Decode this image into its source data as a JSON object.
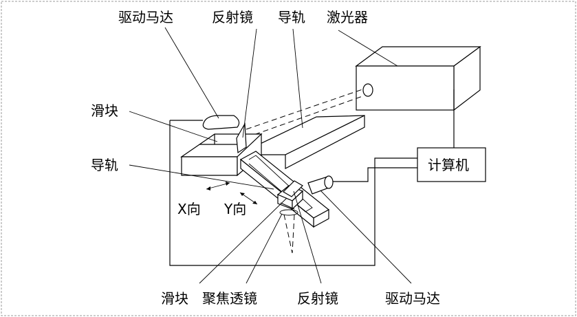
{
  "labels": {
    "drive_motor_top": "驱动马达",
    "mirror_top": "反射镜",
    "guide_rail_top": "导轨",
    "laser": "激光器",
    "slider_left": "滑块",
    "guide_rail_left": "导轨",
    "x_direction": "X向",
    "y_direction": "Y向",
    "computer": "计算机",
    "slider_bottom": "滑块",
    "focus_lens": "聚焦透镜",
    "mirror_bottom": "反射镜",
    "drive_motor_bottom": "驱动马达"
  }
}
